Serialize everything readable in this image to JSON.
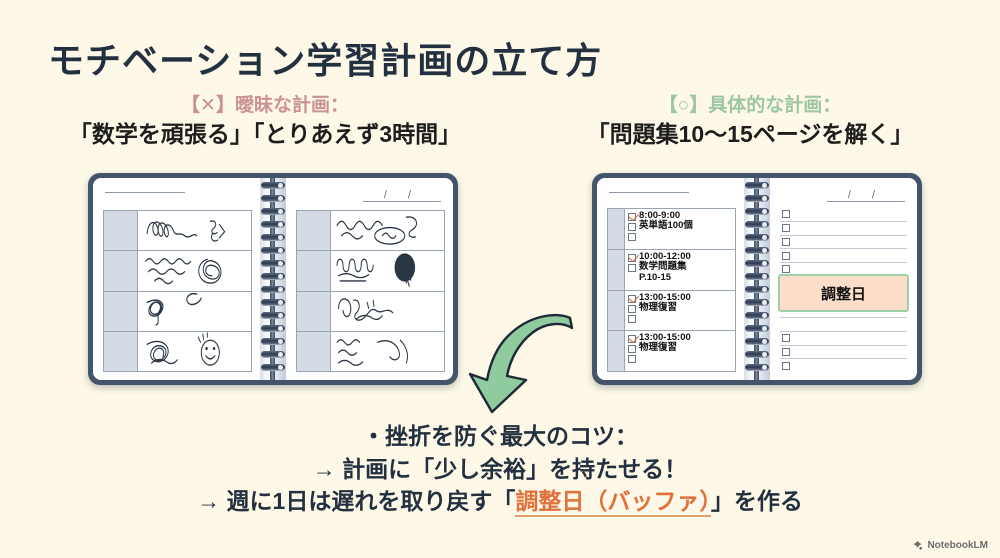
{
  "slide": {
    "background_color": "#fdf8e7",
    "title": "モチベーション学習計画の立て方",
    "title_color": "#22303f"
  },
  "columns": {
    "left": {
      "tag": "【✕】曖昧な計画：",
      "tag_color": "#cc9292",
      "quote": "「数学を頑張る」「とりあえず3時間」"
    },
    "right": {
      "tag": "【○】具体的な計画：",
      "tag_color": "#9dc7a2",
      "quote": "「問題集10〜15ページを解く」"
    }
  },
  "left_notebook": {
    "date_marks": "/ /",
    "description": "手書きの乱雑な走り書きで埋まった罫線ノート"
  },
  "right_notebook": {
    "date_marks": "/ /",
    "tasks": [
      {
        "time": "8:00-9:00",
        "time_checked": true,
        "detail": "英単語100個",
        "detail2": "",
        "detail_checked": false,
        "extra_box": true
      },
      {
        "time": "10:00-12:00",
        "time_checked": true,
        "detail": "数学問題集",
        "detail2": "P.10-15",
        "detail_checked": false,
        "extra_box": false
      },
      {
        "time": "13:00-15:00",
        "time_checked": true,
        "detail": "物理復習",
        "detail2": "",
        "detail_checked": false,
        "extra_box": true
      },
      {
        "time": "13:00-15:00",
        "time_checked": true,
        "detail": "物理復習",
        "detail2": "",
        "detail_checked": false,
        "extra_box": true
      }
    ],
    "buffer_label": "調整日",
    "buffer_fill": "#fbddc9",
    "buffer_border": "#9ecfa9",
    "blank_rows_above": 6,
    "blank_rows_below": 3
  },
  "arrow": {
    "name": "curved-down-arrow",
    "fill": "#8fcb9e",
    "stroke": "#1f2a36"
  },
  "bottom_text": {
    "line1": "・挫折を防ぐ最大のコツ：",
    "line2": "→ 計画に「少し余裕」を持たせる！",
    "line3_pre": "→ 週に1日は遅れを取り戻す「",
    "line3_highlight": "調整日（バッファ）",
    "line3_post": "」を作る",
    "highlight_color": "#e2703a"
  },
  "watermark": {
    "label": "NotebookLM"
  }
}
